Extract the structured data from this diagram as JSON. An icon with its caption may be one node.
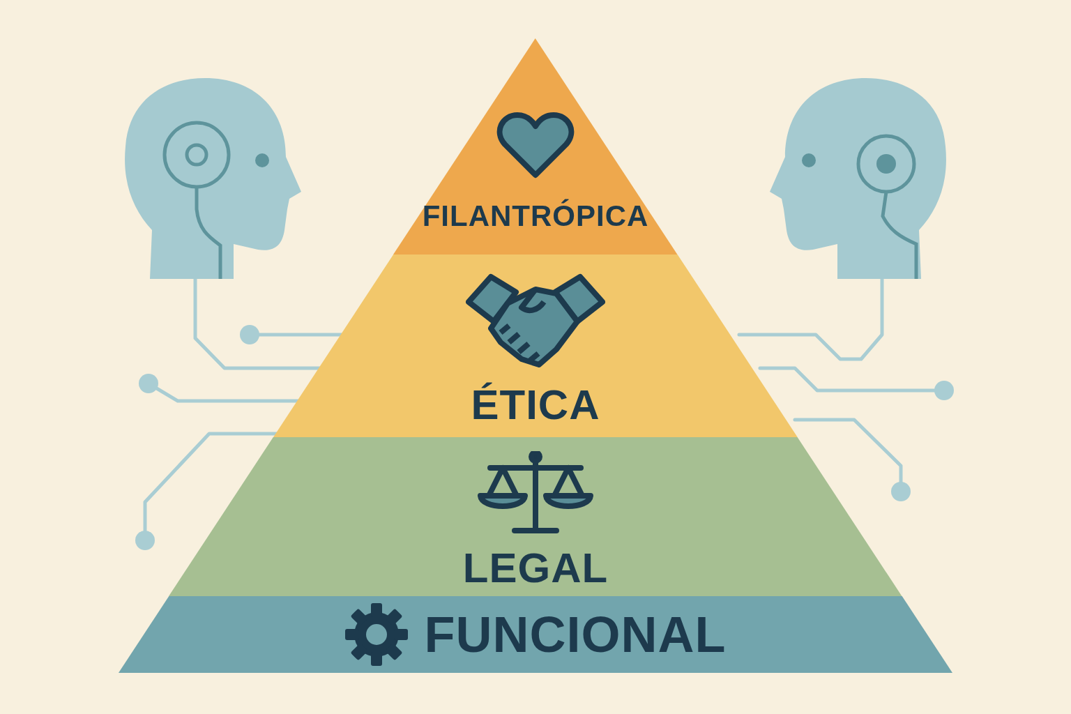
{
  "diagram": {
    "nodes": [
      {
        "text": [
          "FILANTRÓPICA"
        ]
      },
      {
        "text": [
          "ÉTICA"
        ]
      },
      {
        "text": [
          "LEGAL"
        ]
      },
      {
        "text": [
          "FUNCIONAL"
        ]
      }
    ]
  }
}
